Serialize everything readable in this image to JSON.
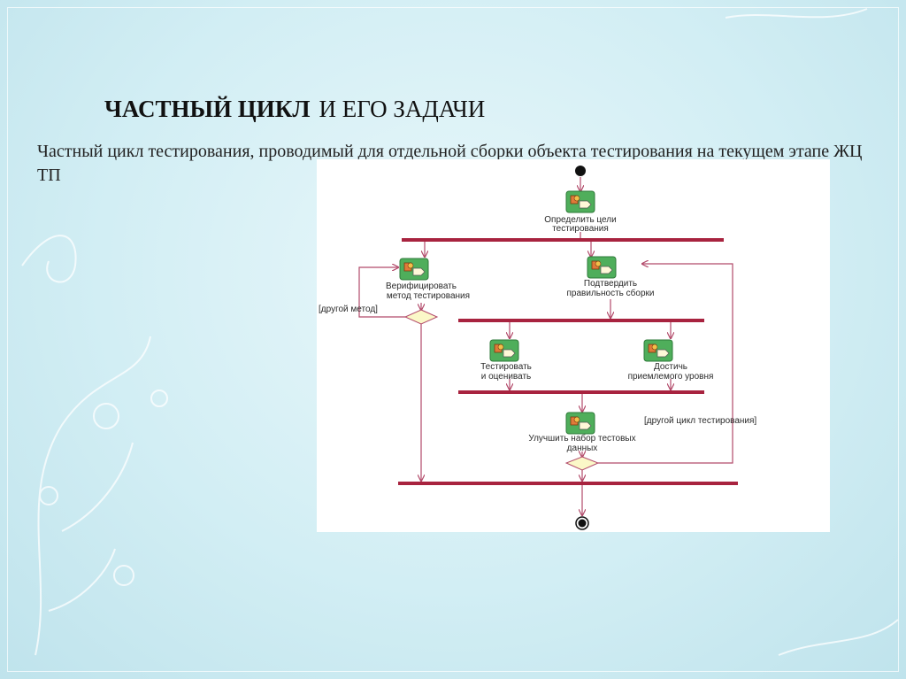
{
  "slide": {
    "title_bold": "ЧАСТНЫЙ ЦИКЛ",
    "title_rest": "И ЕГО ЗАДАЧИ",
    "description": "Частный цикл тестирования, проводимый для отдельной сборки объекта тестирования на текущем этапе ЖЦ ТП"
  },
  "diagram": {
    "activity_define": [
      "Определить цели",
      "тестирования"
    ],
    "activity_verify": [
      "Верифицировать",
      "метод тестирования"
    ],
    "activity_confirm": [
      "Подтвердить",
      "правильность сборки"
    ],
    "activity_test": [
      "Тестировать",
      "и оценивать"
    ],
    "activity_reach": [
      "Достичь",
      "приемлемого уровня"
    ],
    "activity_improve": [
      "Улучшить набор тестовых",
      "данных"
    ],
    "guard_other_method": "[другой метод]",
    "guard_other_cycle": "[другой цикл тестирования]"
  },
  "colors": {
    "flow_line": "#b24a6a",
    "sync_bar": "#a8233f",
    "icon_green": "#4fae5b",
    "diamond_fill": "#fbf8c8"
  }
}
